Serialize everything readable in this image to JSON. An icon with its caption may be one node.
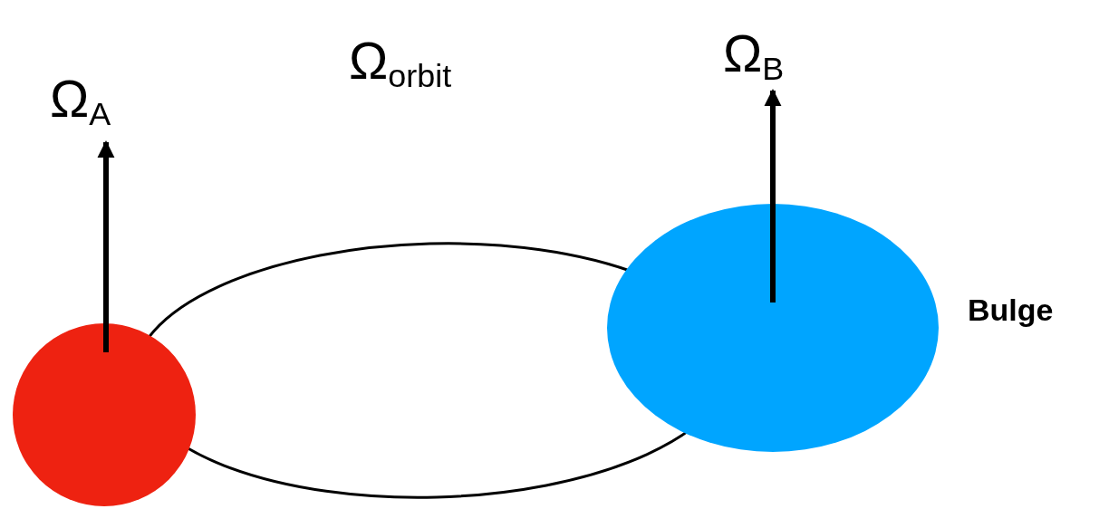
{
  "diagram": {
    "labels": [
      "Ω$_{A}$",
      "Ω$_{orbit}$",
      "Ω$_{B}$",
      "Bulge"
    ]
  }
}
